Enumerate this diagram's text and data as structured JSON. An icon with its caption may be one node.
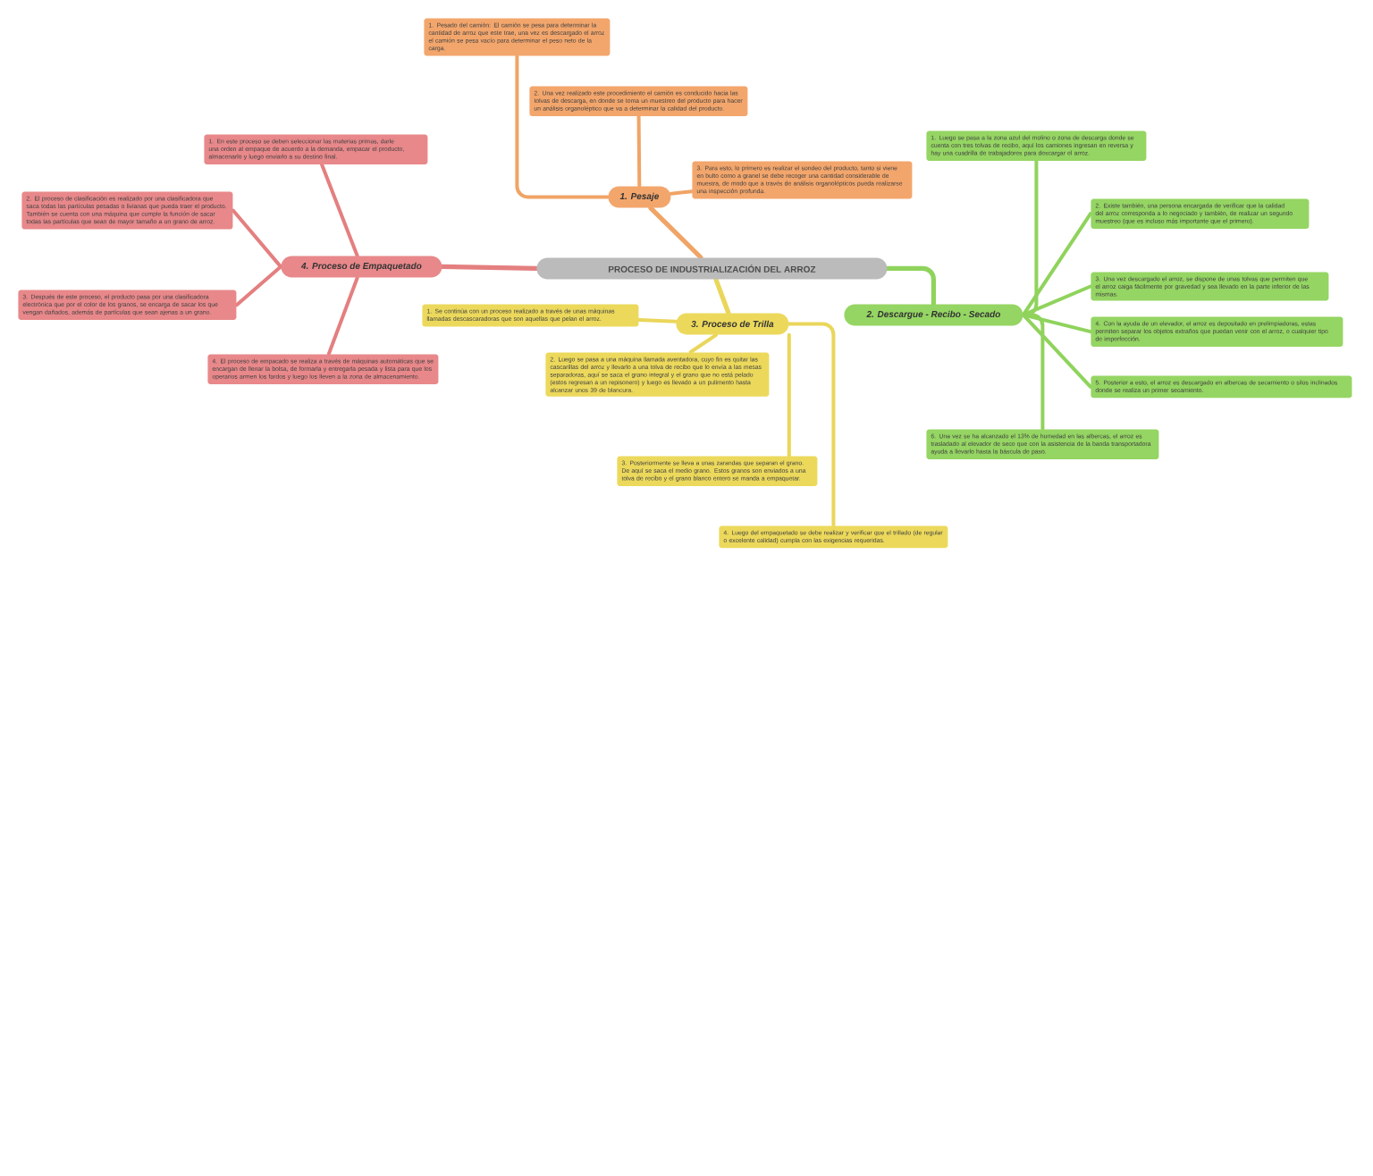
{
  "diagram": {
    "nodes": [
      {
        "text": [
          "PROCESO DE INDUSTRIALIZACIÓN DEL ARROZ"
        ]
      },
      {
        "text": [
          "1. Pesaje"
        ]
      },
      {
        "text": [
          "1. Pesado del camión: El camión se pesa para determinar la cantidad de arroz que este trae, una vez es descargado el arroz el camión se pesa vacío para determinar el peso neto de la carga."
        ]
      },
      {
        "text": [
          "2. Una vez realizado este procedimiento el camión es conducido hacia las tolvas de descarga, en donde se toma un muestreo del producto para hacer un análisis organoléptico que va a determinar la calidad del producto."
        ]
      },
      {
        "text": [
          "3. Para esto, lo primero es realizar el sondeo del producto, tanto si viene en bulto como a granel se debe recoger una cantidad considerable de muestra, de modo que a través de análisis organolépticos pueda realizarse una inspección profunda."
        ]
      },
      {
        "text": [
          "2. Descargue - Recibo - Secado"
        ]
      },
      {
        "text": [
          "1. Luego se pasa a la zona azul del molino o zona de descarga donde se cuenta con tres tolvas de recibo, aquí los camiones ingresan en reversa y hay una cuadrilla de trabajadores para descargar el arroz."
        ]
      },
      {
        "text": [
          "2. Existe también, una persona encargada de verificar que la calidad del arroz corresponda a lo negociado y también, de realizar un segundo muestreo (que es incluso más importante que el primero)."
        ]
      },
      {
        "text": [
          "3. Una vez descargado el arroz, se dispone de unas tolvas que permiten que el arroz caiga fácilmente por gravedad y sea llevado en la parte inferior de las mismas."
        ]
      },
      {
        "text": [
          "4. Con la ayuda de un elevador, el arroz es depositado en prelimpiadoras, estas permiten separar los objetos extraños que puedan venir con el arroz, o cualquier tipo de imperfección."
        ]
      },
      {
        "text": [
          "5. Posterior a esto, el arroz es descargado en albercas de secamiento o silos inclinados donde se realiza un primer secamiento."
        ]
      },
      {
        "text": [
          "6. Una vez se ha alcanzado el 13% de humedad en las albercas, el arroz es trasladado al elevador de seco que con la asistencia de la banda transportadora ayuda a llevarlo hasta la báscula de paso."
        ]
      },
      {
        "text": [
          "3. Proceso de Trilla"
        ]
      },
      {
        "text": [
          "1. Se continúa con un proceso realizado a través de unas máquinas llamadas descascaradoras que son aquellas que pelan el arroz."
        ]
      },
      {
        "text": [
          "2. Luego se pasa a una máquina llamada aventadora, cuyo fin es quitar las cascarillas del arroz y llevarlo a una tolva de recibo que lo envía a las mesas separadoras, aquí se saca el grano integral y el grano que no está pelado (estos regresan a un repisonero) y luego es llevado a un pulimento hasta alcanzar unos 39 de blancura."
        ]
      },
      {
        "text": [
          "3. Posteriormente se lleva a unas zarandas que separan el grano. De aquí se saca el medio grano. Estos granos son enviados a una tolva de recibo y el grano blanco entero se manda a empaquetar."
        ]
      },
      {
        "text": [
          "4. Luego del empaquetado se debe realizar y verificar que el trillado (de regular o excelente calidad) cumpla con las exigencias requeridas."
        ]
      },
      {
        "text": [
          "4. Proceso de Empaquetado"
        ]
      },
      {
        "text": [
          "1. En este proceso se deben seleccionar las materias primas, darle una orden al empaque de acuerdo a la demanda, empacar el producto, almacenarlo y luego enviarlo a su destino final."
        ]
      },
      {
        "text": [
          "2. El proceso de clasificación es realizado por una clasificadora que saca todas las partículas pesadas o livianas que pueda traer el producto. También se cuenta con una máquina que cumple la función de sacar todas las partículas que sean de mayor tamaño a un grano de arroz."
        ]
      },
      {
        "text": [
          "3. Después de este proceso, el producto pasa por una clasificadora electrónica que por el color de los granos, se encarga de sacar los que vengan dañados, además de partículas que sean ajenas a un grano."
        ]
      },
      {
        "text": [
          "4. El proceso de empacado se realiza a través de máquinas automáticas que se encargan de llenar la bolsa, de formarla y entregarla pesada y lista para que los operarios armen los fardos y luego los lleven a la zona de almacenamiento."
        ]
      }
    ],
    "edges": [
      {
        "from": 0,
        "to": 1,
        "arrow": "none",
        "color": "#f0a466"
      },
      {
        "from": 1,
        "to": 2,
        "arrow": "none",
        "color": "#f0a466"
      },
      {
        "from": 1,
        "to": 3,
        "arrow": "none",
        "color": "#f0a466"
      },
      {
        "from": 1,
        "to": 4,
        "arrow": "none",
        "color": "#f0a466"
      },
      {
        "from": 0,
        "to": 5,
        "arrow": "none",
        "color": "#8fd35c"
      },
      {
        "from": 5,
        "to": 6,
        "arrow": "none",
        "color": "#8fd35c"
      },
      {
        "from": 5,
        "to": 7,
        "arrow": "none",
        "color": "#8fd35c"
      },
      {
        "from": 5,
        "to": 8,
        "arrow": "none",
        "color": "#8fd35c"
      },
      {
        "from": 5,
        "to": 9,
        "arrow": "none",
        "color": "#8fd35c"
      },
      {
        "from": 5,
        "to": 10,
        "arrow": "none",
        "color": "#8fd35c"
      },
      {
        "from": 5,
        "to": 11,
        "arrow": "none",
        "color": "#8fd35c"
      },
      {
        "from": 0,
        "to": 12,
        "arrow": "none",
        "color": "#ead65a"
      },
      {
        "from": 12,
        "to": 13,
        "arrow": "none",
        "color": "#ead65a"
      },
      {
        "from": 12,
        "to": 14,
        "arrow": "none",
        "color": "#ead65a"
      },
      {
        "from": 12,
        "to": 15,
        "arrow": "none",
        "color": "#ead65a"
      },
      {
        "from": 12,
        "to": 16,
        "arrow": "none",
        "color": "#ead65a"
      },
      {
        "from": 0,
        "to": 17,
        "arrow": "none",
        "color": "#e47f80"
      },
      {
        "from": 17,
        "to": 18,
        "arrow": "none",
        "color": "#e47f80"
      },
      {
        "from": 17,
        "to": 19,
        "arrow": "none",
        "color": "#e47f80"
      },
      {
        "from": 17,
        "to": 20,
        "arrow": "none",
        "color": "#e47f80"
      },
      {
        "from": 17,
        "to": 21,
        "arrow": "none",
        "color": "#e47f80"
      }
    ]
  }
}
